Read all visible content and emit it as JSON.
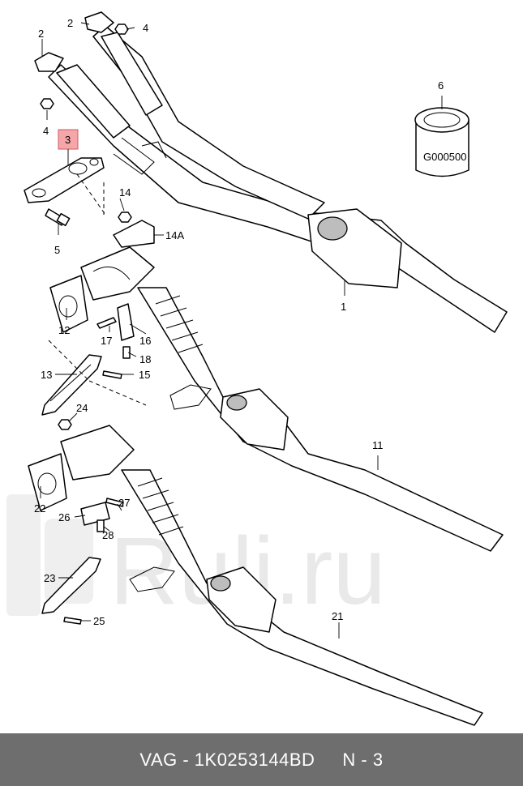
{
  "diagram": {
    "callouts": [
      "1",
      "2",
      "2",
      "3",
      "4",
      "4",
      "5",
      "6",
      "11",
      "12",
      "13",
      "14",
      "14A",
      "15",
      "16",
      "17",
      "18",
      "21",
      "22",
      "23",
      "24",
      "25",
      "26",
      "27",
      "28"
    ],
    "highlighted_callout": "3",
    "highlight_color": "#f4a6a8",
    "product_label": "G000500",
    "watermark": "Ruli.ru"
  },
  "footer": {
    "brand": "VAG - 1K0253144BD",
    "ref": "N - 3"
  }
}
